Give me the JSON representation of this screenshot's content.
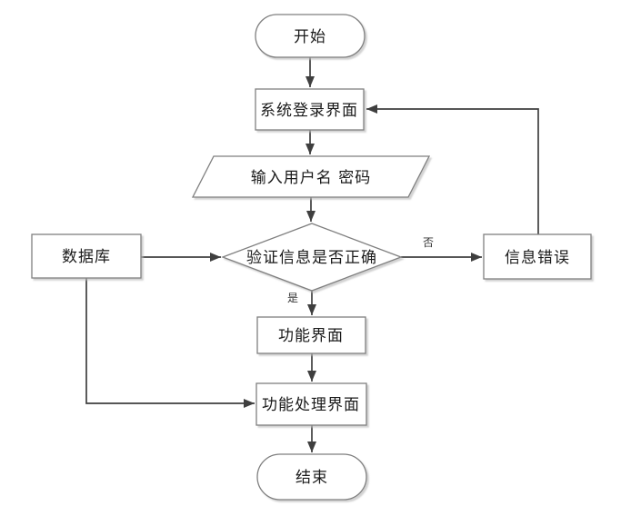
{
  "diagram": {
    "type": "flowchart",
    "background": "#ffffff",
    "colors": {
      "shape_border": "#7f7f7f",
      "shape_fill": "#ffffff",
      "connector": "#3f3f3f",
      "text": "#1a1a1a",
      "shadow": "#c8c8c8"
    },
    "nodes": {
      "start": {
        "label": "开始",
        "shape": "terminator"
      },
      "login": {
        "label": "系统登录界面",
        "shape": "process"
      },
      "input": {
        "label": "输入用户名 密码",
        "shape": "data-parallelogram"
      },
      "verify": {
        "label": "验证信息是否正确",
        "shape": "decision-diamond"
      },
      "database": {
        "label": "数据库",
        "shape": "process"
      },
      "error": {
        "label": "信息错误",
        "shape": "process"
      },
      "function": {
        "label": "功能界面",
        "shape": "process"
      },
      "process": {
        "label": "功能处理界面",
        "shape": "process"
      },
      "end": {
        "label": "结束",
        "shape": "terminator"
      }
    },
    "edge_labels": {
      "yes": "是",
      "no": "否"
    },
    "edges": [
      {
        "from": "start",
        "to": "login"
      },
      {
        "from": "login",
        "to": "input"
      },
      {
        "from": "input",
        "to": "verify"
      },
      {
        "from": "verify",
        "to": "function",
        "label": "是"
      },
      {
        "from": "verify",
        "to": "error",
        "label": "否"
      },
      {
        "from": "error",
        "to": "login"
      },
      {
        "from": "database",
        "to": "verify"
      },
      {
        "from": "database",
        "to": "process"
      },
      {
        "from": "function",
        "to": "process"
      },
      {
        "from": "process",
        "to": "end"
      }
    ]
  }
}
